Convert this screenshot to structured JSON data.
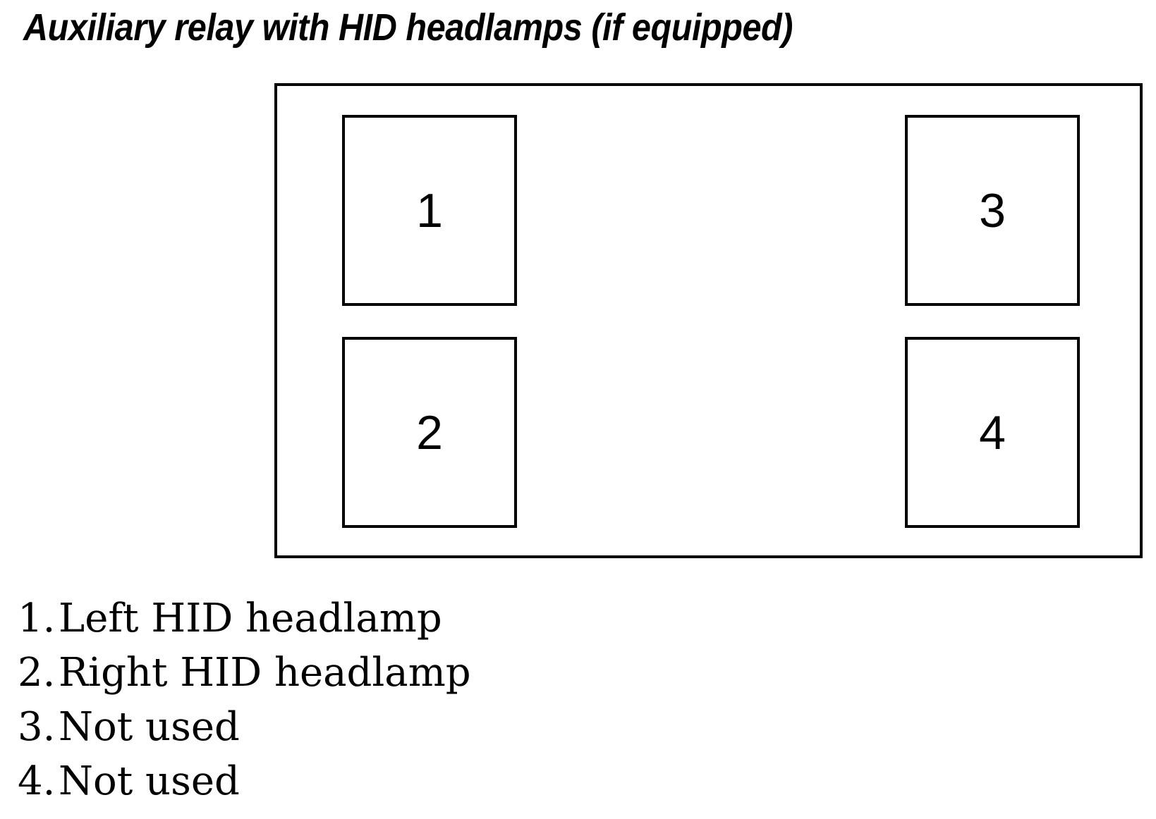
{
  "title": "Auxiliary relay with HID headlamps (if equipped)",
  "diagram": {
    "relays": [
      {
        "label": "1"
      },
      {
        "label": "2"
      },
      {
        "label": "3"
      },
      {
        "label": "4"
      }
    ]
  },
  "legend": {
    "items": [
      {
        "number": "1.",
        "label": "Left HID headlamp"
      },
      {
        "number": "2.",
        "label": "Right HID headlamp"
      },
      {
        "number": "3.",
        "label": "Not used"
      },
      {
        "number": "4.",
        "label": "Not used"
      }
    ]
  },
  "colors": {
    "line": "#000000",
    "background": "#ffffff",
    "text": "#000000"
  }
}
